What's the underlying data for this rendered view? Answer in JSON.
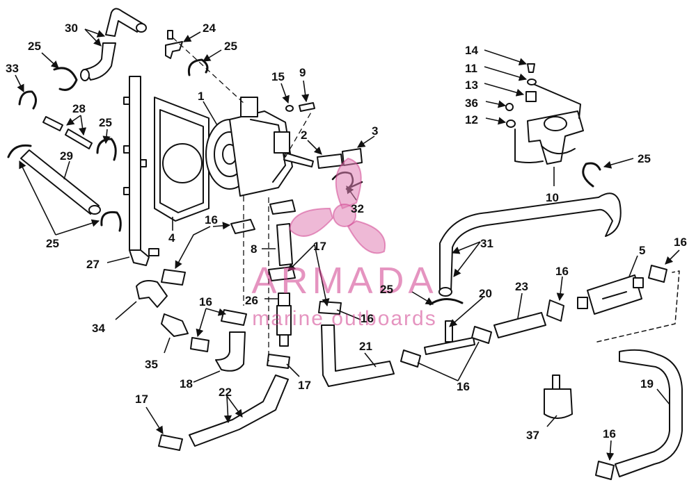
{
  "diagram": {
    "parts": [
      {
        "id": "p30",
        "label": "30"
      },
      {
        "id": "p24",
        "label": "24"
      },
      {
        "id": "p25a",
        "label": "25"
      },
      {
        "id": "p25b",
        "label": "25"
      },
      {
        "id": "p33",
        "label": "33"
      },
      {
        "id": "p28",
        "label": "28"
      },
      {
        "id": "p25c",
        "label": "25"
      },
      {
        "id": "p29",
        "label": "29"
      },
      {
        "id": "p25d",
        "label": "25"
      },
      {
        "id": "p1",
        "label": "1"
      },
      {
        "id": "p15",
        "label": "15"
      },
      {
        "id": "p9",
        "label": "9"
      },
      {
        "id": "p2",
        "label": "2"
      },
      {
        "id": "p3",
        "label": "3"
      },
      {
        "id": "p32",
        "label": "32"
      },
      {
        "id": "p4",
        "label": "4"
      },
      {
        "id": "p16a",
        "label": "16"
      },
      {
        "id": "p8",
        "label": "8"
      },
      {
        "id": "p17a",
        "label": "17"
      },
      {
        "id": "p27",
        "label": "27"
      },
      {
        "id": "p34",
        "label": "34"
      },
      {
        "id": "p16b",
        "label": "16"
      },
      {
        "id": "p26",
        "label": "26"
      },
      {
        "id": "p16c",
        "label": "16"
      },
      {
        "id": "p35",
        "label": "35"
      },
      {
        "id": "p18",
        "label": "18"
      },
      {
        "id": "p17b",
        "label": "17"
      },
      {
        "id": "p22",
        "label": "22"
      },
      {
        "id": "p17c",
        "label": "17"
      },
      {
        "id": "p21",
        "label": "21"
      },
      {
        "id": "p25e",
        "label": "25"
      },
      {
        "id": "p20",
        "label": "20"
      },
      {
        "id": "p23",
        "label": "23"
      },
      {
        "id": "p16d",
        "label": "16"
      },
      {
        "id": "p16e",
        "label": "16"
      },
      {
        "id": "p31",
        "label": "31"
      },
      {
        "id": "p5",
        "label": "5"
      },
      {
        "id": "p16f",
        "label": "16"
      },
      {
        "id": "p14",
        "label": "14"
      },
      {
        "id": "p11",
        "label": "11"
      },
      {
        "id": "p13",
        "label": "13"
      },
      {
        "id": "p36",
        "label": "36"
      },
      {
        "id": "p12",
        "label": "12"
      },
      {
        "id": "p10",
        "label": "10"
      },
      {
        "id": "p25f",
        "label": "25"
      },
      {
        "id": "p19",
        "label": "19"
      },
      {
        "id": "p37",
        "label": "37"
      },
      {
        "id": "p16g",
        "label": "16"
      }
    ]
  },
  "watermark": {
    "brand": "ARMADA",
    "tagline": "marine outboards"
  },
  "colors": {
    "line": "#111111",
    "watermark": "#cf3c8c"
  }
}
